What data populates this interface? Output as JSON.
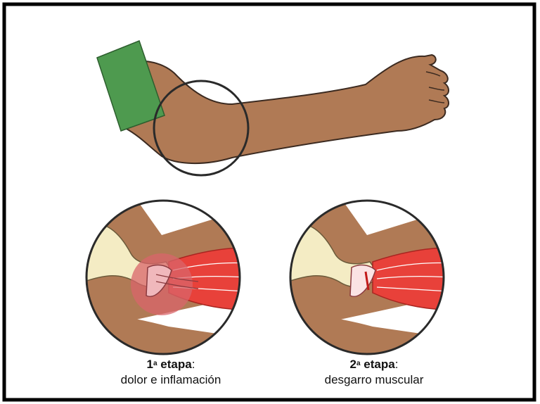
{
  "colors": {
    "skin": "#b07a55",
    "skin_outline": "#3b2a20",
    "sleeve": "#4e9a4f",
    "bone": "#f4ecc4",
    "muscle": "#e8413a",
    "inflammation": "#d9666b"
  },
  "stages": [
    {
      "number": "1",
      "ordinal": "a",
      "label": "etapa",
      "punct": ":",
      "description": "dolor e inflamación"
    },
    {
      "number": "2",
      "ordinal": "a",
      "label": "etapa",
      "punct": ":",
      "description": "desgarro muscular"
    }
  ]
}
